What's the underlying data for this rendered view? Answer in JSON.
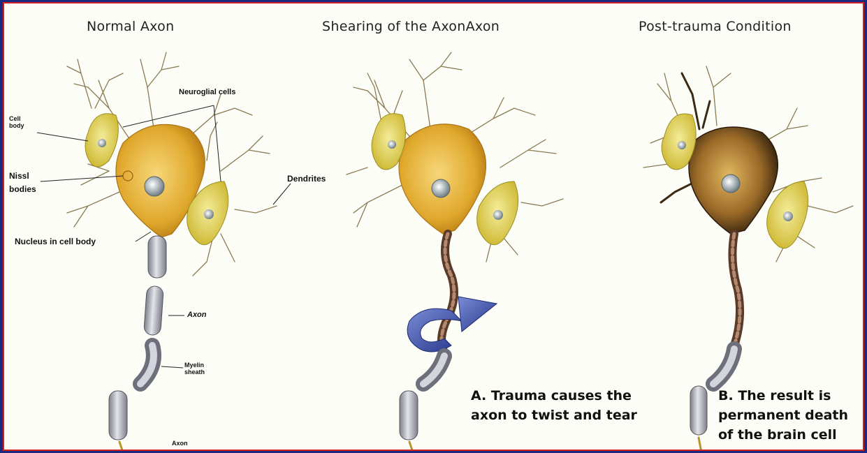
{
  "panels": {
    "normal": {
      "title": "Normal Axon"
    },
    "shearing": {
      "title": "Shearing of the AxonAxon"
    },
    "post": {
      "title": "Post-trauma Condition"
    }
  },
  "labels": {
    "cell_body": [
      "Cell",
      "body"
    ],
    "neuroglial": "Neuroglial cells",
    "nissl": [
      "Nissl",
      "bodies"
    ],
    "dendrites": "Dendrites",
    "nucleus": "Nucleus in cell body",
    "axon": "Axon",
    "myelin": [
      "Myelin",
      "sheath"
    ],
    "axon_bottom": "Axon"
  },
  "captions": {
    "a": [
      "A. Trauma causes the",
      "axon to twist and tear"
    ],
    "b": [
      "B. The result is",
      "permanent death",
      "of the brain cell"
    ]
  },
  "colors": {
    "background": "#fdfdf8",
    "border": "#d02020",
    "outer": "#1b2a80",
    "cell_gold": "#e6b232",
    "glia_yellow": "#e8d84a",
    "myelin_gray": "#a9aab4",
    "twist_arrow": "#3446a0",
    "dead_cell": "#5a4220"
  }
}
